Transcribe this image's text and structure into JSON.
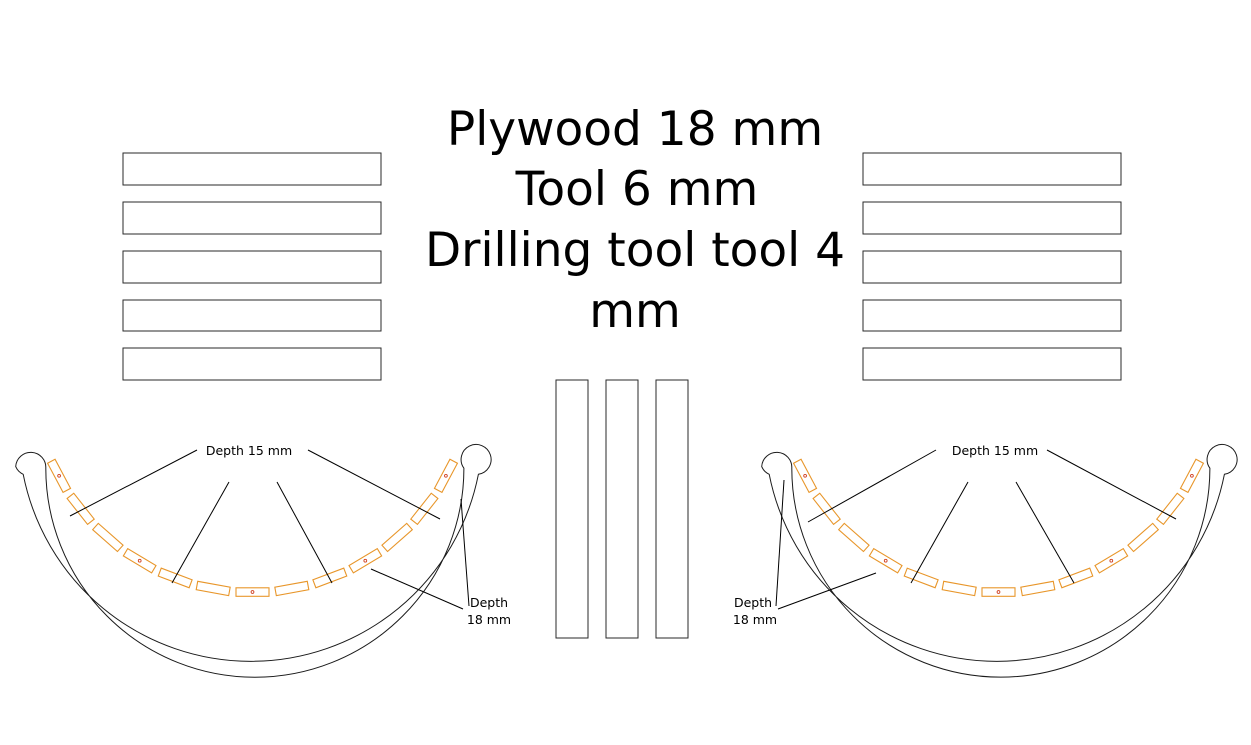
{
  "title_lines": [
    "Plywood 18 mm",
    "Tool 6 mm",
    "Drilling tool tool 4",
    "mm"
  ],
  "labels": {
    "depth_pocket": "Depth 15 mm",
    "depth_through_line1": "Depth",
    "depth_through_line2": "18 mm"
  },
  "colors": {
    "outline": "#1a1a1a",
    "slot": "#e8962a",
    "drill": "#d04020"
  },
  "parts": {
    "left_board_count": 5,
    "right_board_count": 5,
    "vertical_board_count": 3,
    "arc_piece_count": 2,
    "slots_per_arc": 13
  }
}
